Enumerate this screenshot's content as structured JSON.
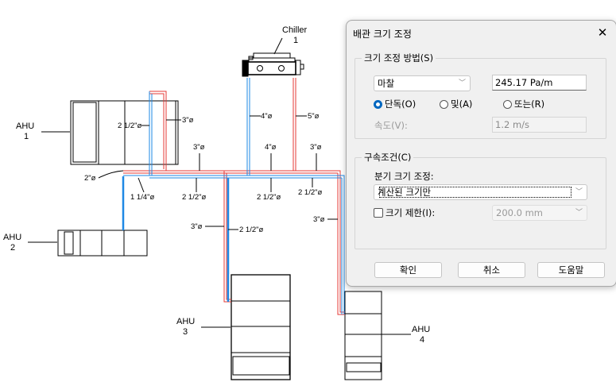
{
  "drawing": {
    "equipment": [
      {
        "id": "chiller",
        "name": "Chiller",
        "number": "1"
      },
      {
        "id": "ahu1",
        "name": "AHU",
        "number": "1"
      },
      {
        "id": "ahu2",
        "name": "AHU",
        "number": "2"
      },
      {
        "id": "ahu3",
        "name": "AHU",
        "number": "3"
      },
      {
        "id": "ahu4",
        "name": "AHU",
        "number": "4"
      }
    ],
    "pipe_sizes": {
      "chiller_supply": "4\"ø",
      "chiller_return": "5\"ø",
      "ahu1_supply": "2 1/2\"ø",
      "ahu1_return": "3\"ø",
      "ahu1_branch": "2\"ø",
      "main_red_1": "3\"ø",
      "main_red_2": "4\"ø",
      "main_red_3": "3\"ø",
      "ahu2_branch": "1 1/4\"ø",
      "main_blue_1": "2 1/2\"ø",
      "main_blue_2": "2 1/2\"ø",
      "main_blue_3": "2 1/2\"ø",
      "ahu3_return": "3\"ø",
      "ahu3_supply": "2 1/2\"ø",
      "ahu4_return": "3\"ø"
    },
    "colors": {
      "supply": "#1e88e5",
      "return": "#e53935",
      "line": "#000000"
    }
  },
  "dialog": {
    "title": "배관 크기 조정",
    "close_icon": "close-icon",
    "sizing_method": {
      "group_label": "크기 조정 방법(S)",
      "method_selected": "마찰",
      "friction_value": "245.17 Pa/m",
      "radio_only": "단독(O)",
      "radio_and": "및(A)",
      "radio_or": "또는(R)",
      "selected_radio": "only",
      "velocity_label": "속도(V):",
      "velocity_value": "1.2 m/s"
    },
    "constraints": {
      "group_label": "구속조건(C)",
      "branch_sizing_label": "분기 크기 조정:",
      "branch_sizing_selected": "계산된 크기만",
      "restrict_size_label": "크기 제한(I):",
      "restrict_size_checked": false,
      "restrict_size_value": "200.0 mm"
    },
    "buttons": {
      "ok": "확인",
      "cancel": "취소",
      "help": "도움말"
    },
    "accent_color": "#0067c0"
  }
}
